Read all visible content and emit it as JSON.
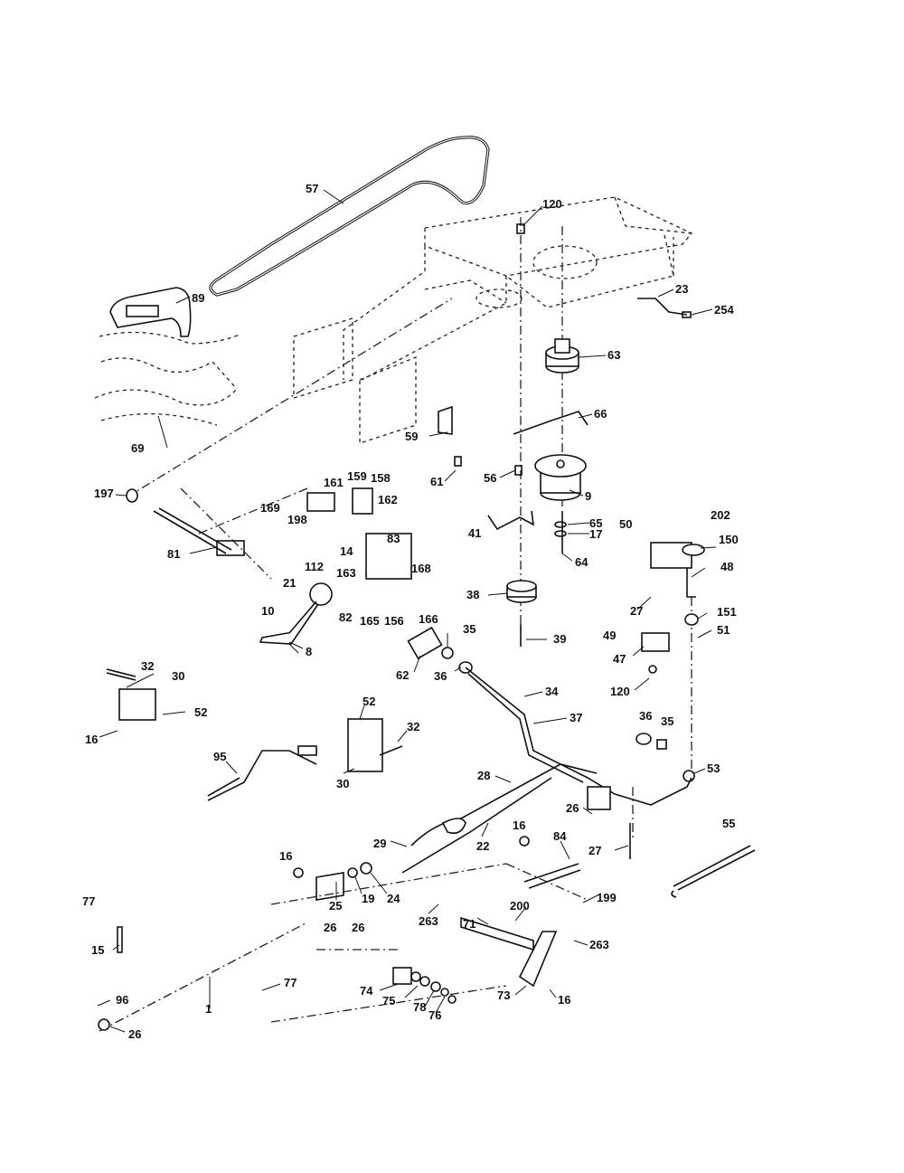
{
  "callouts": [
    {
      "id": "57",
      "text": "57"
    },
    {
      "id": "120a",
      "text": "120"
    },
    {
      "id": "89",
      "text": "89"
    },
    {
      "id": "23",
      "text": "23"
    },
    {
      "id": "254",
      "text": "254"
    },
    {
      "id": "63",
      "text": "63"
    },
    {
      "id": "69",
      "text": "69"
    },
    {
      "id": "59",
      "text": "59"
    },
    {
      "id": "66",
      "text": "66"
    },
    {
      "id": "61",
      "text": "61"
    },
    {
      "id": "56",
      "text": "56"
    },
    {
      "id": "9",
      "text": "9"
    },
    {
      "id": "197",
      "text": "197"
    },
    {
      "id": "161",
      "text": "161"
    },
    {
      "id": "159",
      "text": "159"
    },
    {
      "id": "158",
      "text": "158"
    },
    {
      "id": "169",
      "text": "169"
    },
    {
      "id": "198",
      "text": "198"
    },
    {
      "id": "162",
      "text": "162"
    },
    {
      "id": "65",
      "text": "65"
    },
    {
      "id": "50",
      "text": "50"
    },
    {
      "id": "202",
      "text": "202"
    },
    {
      "id": "41",
      "text": "41"
    },
    {
      "id": "17",
      "text": "17"
    },
    {
      "id": "14",
      "text": "14"
    },
    {
      "id": "83",
      "text": "83"
    },
    {
      "id": "150",
      "text": "150"
    },
    {
      "id": "81",
      "text": "81"
    },
    {
      "id": "112",
      "text": "112"
    },
    {
      "id": "64",
      "text": "64"
    },
    {
      "id": "168",
      "text": "168"
    },
    {
      "id": "163",
      "text": "163"
    },
    {
      "id": "48",
      "text": "48"
    },
    {
      "id": "21",
      "text": "21"
    },
    {
      "id": "38",
      "text": "38"
    },
    {
      "id": "27a",
      "text": "27"
    },
    {
      "id": "10",
      "text": "10"
    },
    {
      "id": "82",
      "text": "82"
    },
    {
      "id": "165",
      "text": "165"
    },
    {
      "id": "156",
      "text": "156"
    },
    {
      "id": "166",
      "text": "166"
    },
    {
      "id": "151",
      "text": "151"
    },
    {
      "id": "35a",
      "text": "35"
    },
    {
      "id": "49",
      "text": "49"
    },
    {
      "id": "51",
      "text": "51"
    },
    {
      "id": "39",
      "text": "39"
    },
    {
      "id": "47",
      "text": "47"
    },
    {
      "id": "8",
      "text": "8"
    },
    {
      "id": "62",
      "text": "62"
    },
    {
      "id": "32a",
      "text": "32"
    },
    {
      "id": "36a",
      "text": "36"
    },
    {
      "id": "30a",
      "text": "30"
    },
    {
      "id": "120b",
      "text": "120"
    },
    {
      "id": "34",
      "text": "34"
    },
    {
      "id": "52a",
      "text": "52"
    },
    {
      "id": "36b",
      "text": "36"
    },
    {
      "id": "35b",
      "text": "35"
    },
    {
      "id": "16a",
      "text": "16"
    },
    {
      "id": "52b",
      "text": "52"
    },
    {
      "id": "37",
      "text": "37"
    },
    {
      "id": "32b",
      "text": "32"
    },
    {
      "id": "95",
      "text": "95"
    },
    {
      "id": "53",
      "text": "53"
    },
    {
      "id": "30b",
      "text": "30"
    },
    {
      "id": "28",
      "text": "28"
    },
    {
      "id": "26a",
      "text": "26"
    },
    {
      "id": "55",
      "text": "55"
    },
    {
      "id": "16b",
      "text": "16"
    },
    {
      "id": "29",
      "text": "29"
    },
    {
      "id": "22",
      "text": "22"
    },
    {
      "id": "84",
      "text": "84"
    },
    {
      "id": "27b",
      "text": "27"
    },
    {
      "id": "16c",
      "text": "16"
    },
    {
      "id": "25",
      "text": "25"
    },
    {
      "id": "19",
      "text": "19"
    },
    {
      "id": "24",
      "text": "24"
    },
    {
      "id": "199",
      "text": "199"
    },
    {
      "id": "77a",
      "text": "77"
    },
    {
      "id": "200",
      "text": "200"
    },
    {
      "id": "263a",
      "text": "263"
    },
    {
      "id": "26b",
      "text": "26"
    },
    {
      "id": "26c",
      "text": "26"
    },
    {
      "id": "71",
      "text": "71"
    },
    {
      "id": "15",
      "text": "15"
    },
    {
      "id": "263b",
      "text": "263"
    },
    {
      "id": "77b",
      "text": "77"
    },
    {
      "id": "96",
      "text": "96"
    },
    {
      "id": "74",
      "text": "74"
    },
    {
      "id": "75",
      "text": "75"
    },
    {
      "id": "73",
      "text": "73"
    },
    {
      "id": "16d",
      "text": "16"
    },
    {
      "id": "1",
      "text": "1"
    },
    {
      "id": "78",
      "text": "78"
    },
    {
      "id": "76",
      "text": "76"
    },
    {
      "id": "26d",
      "text": "26"
    }
  ]
}
